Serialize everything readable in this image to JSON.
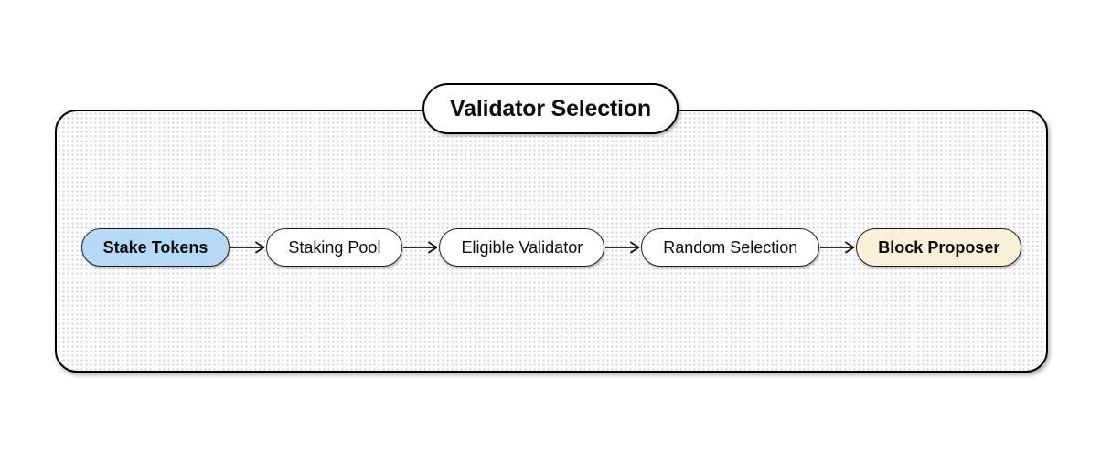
{
  "page": {
    "background": "#ffffff"
  },
  "diagram": {
    "title": "Validator Selection",
    "container": {
      "background": "#ffffff",
      "dot_color": "#cdcdcd",
      "border_color": "#000000"
    },
    "text_color": "#0d0d0d",
    "node_border_color": "#1f1f1f",
    "arrow_color": "#111111",
    "arrow_icon": "arrow-right-icon",
    "nodes": [
      {
        "label": "Stake Tokens",
        "fill": "#b6daf6",
        "text_weight": "bold"
      },
      {
        "label": "Staking Pool",
        "fill": "#ffffff",
        "text_weight": "normal"
      },
      {
        "label": "Eligible Validator",
        "fill": "#ffffff",
        "text_weight": "normal"
      },
      {
        "label": "Random Selection",
        "fill": "#ffffff",
        "text_weight": "normal"
      },
      {
        "label": "Block Proposer",
        "fill": "#faf0d7",
        "text_weight": "bold"
      }
    ]
  }
}
